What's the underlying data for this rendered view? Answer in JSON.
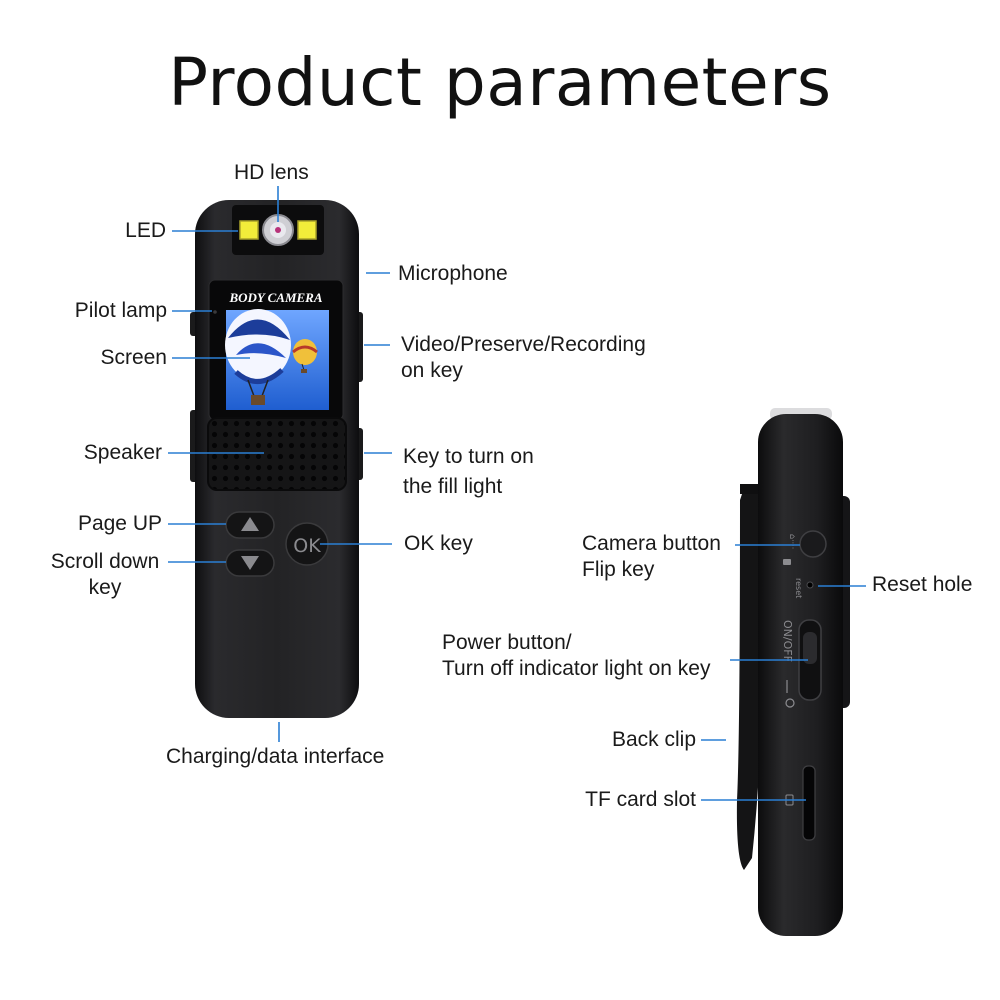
{
  "title": "Product parameters",
  "device_screen_text": "BODY CAMERA",
  "ok_key_text": "OK",
  "reset_text": "reset",
  "switch_text": "ON/OFF",
  "labels": {
    "hd_lens": "HD lens",
    "led": "LED",
    "microphone": "Microphone",
    "pilot_lamp": "Pilot lamp",
    "video_key_line1": "Video/Preserve/Recording",
    "video_key_line2": "on key",
    "screen": "Screen",
    "speaker": "Speaker",
    "fill_light_line1": "Key to turn on",
    "fill_light_line2": "the fill light",
    "page_up": "Page UP",
    "scroll_down_line1": "Scroll down",
    "scroll_down_line2": "key",
    "ok_key": "OK key",
    "charging": "Charging/data interface",
    "camera_button_line1": "Camera button",
    "camera_button_line2": "Flip key",
    "reset_hole": "Reset hole",
    "power_line1": "Power button/",
    "power_line2": "Turn off indicator light on key",
    "back_clip": "Back clip",
    "tf_card": "TF card slot"
  },
  "colors": {
    "leader_line": "#2a7fd4",
    "device_body": "#1c1c1e",
    "led": "#f2ec3a",
    "screen_sky": "#2f6fd8"
  }
}
